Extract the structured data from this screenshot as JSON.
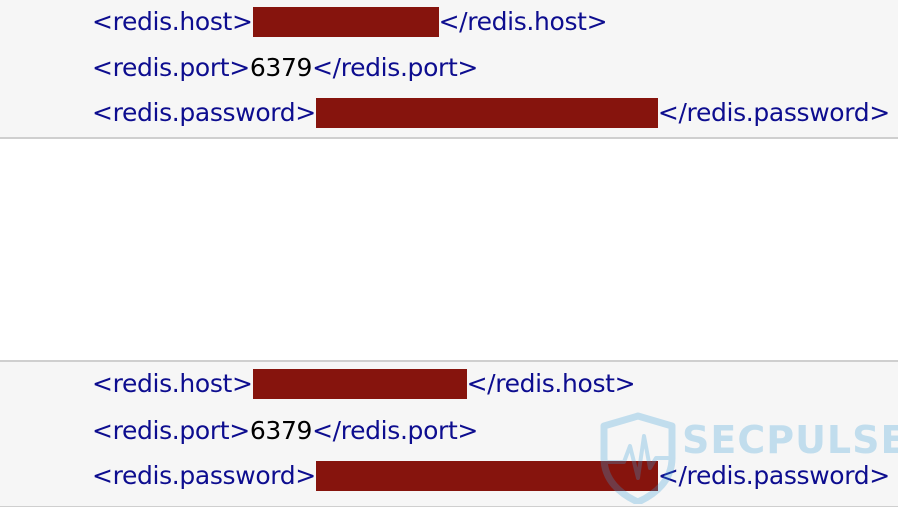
{
  "blocks": [
    {
      "lines": [
        {
          "open": "<redis.host>",
          "value": "",
          "close": "</redis.host>",
          "redacted": true
        },
        {
          "open": "<redis.port>",
          "value": "6379",
          "close": "</redis.port>",
          "redacted": false
        },
        {
          "open": "<redis.password>",
          "value": "",
          "close": "</redis.password>",
          "redacted": true
        }
      ]
    },
    {
      "lines": [
        {
          "open": "<redis.host>",
          "value": "",
          "close": "</redis.host>",
          "redacted": true
        },
        {
          "open": "<redis.port>",
          "value": "6379",
          "close": "</redis.port>",
          "redacted": false
        },
        {
          "open": "<redis.password>",
          "value": "",
          "close": "</redis.password>",
          "redacted": true
        }
      ]
    }
  ],
  "watermark": {
    "text": "SECPULSE",
    "icon": "shield-pulse-icon",
    "color": "#3a9fd8"
  },
  "colors": {
    "tag": "#0d0d8f",
    "value": "#000000",
    "redaction": "#86140d",
    "block_background": "#f6f6f6",
    "separator": "#cfcfcf"
  }
}
